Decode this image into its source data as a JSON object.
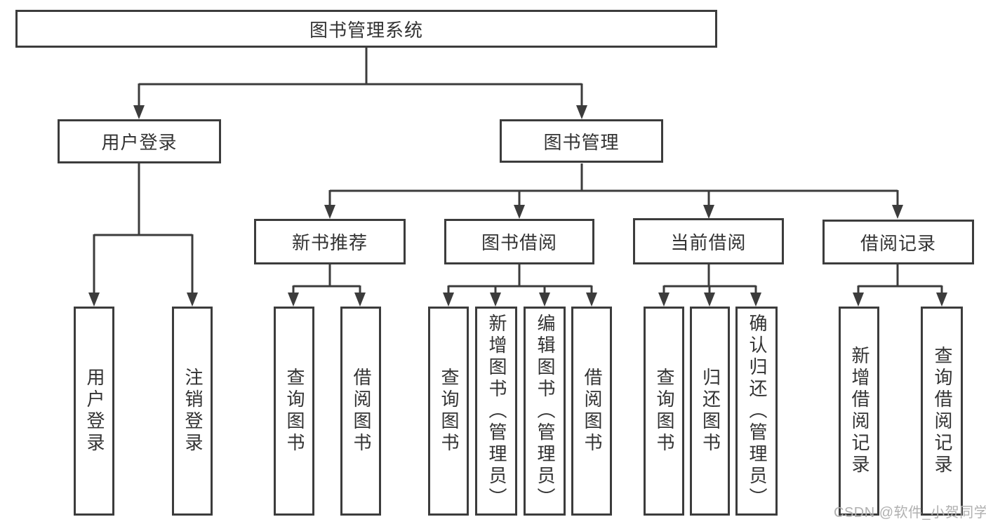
{
  "diagram": {
    "root": {
      "label": "图书管理系统"
    },
    "level2": [
      {
        "label": "用户登录"
      },
      {
        "label": "图书管理"
      }
    ],
    "level3": [
      {
        "label": "新书推荐"
      },
      {
        "label": "图书借阅"
      },
      {
        "label": "当前借阅"
      },
      {
        "label": "借阅记录"
      }
    ],
    "leaves": [
      {
        "label": "用户登录"
      },
      {
        "label": "注销登录"
      },
      {
        "label": "查询图书"
      },
      {
        "label": "借阅图书"
      },
      {
        "label": "查询图书"
      },
      {
        "label": "新增图书（管理员）"
      },
      {
        "label": "编辑图书（管理员）"
      },
      {
        "label": "借阅图书"
      },
      {
        "label": "查询图书"
      },
      {
        "label": "归还图书"
      },
      {
        "label": "确认归还（管理员）"
      },
      {
        "label": "新增借阅记录"
      },
      {
        "label": "查询借阅记录"
      }
    ]
  },
  "watermark": {
    "text": "CSDN @软件_小贺同学"
  },
  "colors": {
    "line": "#3c3c3c",
    "border": "#3c3c3c",
    "text": "#333333",
    "background": "#ffffff",
    "watermark": "#b0b0b0"
  }
}
